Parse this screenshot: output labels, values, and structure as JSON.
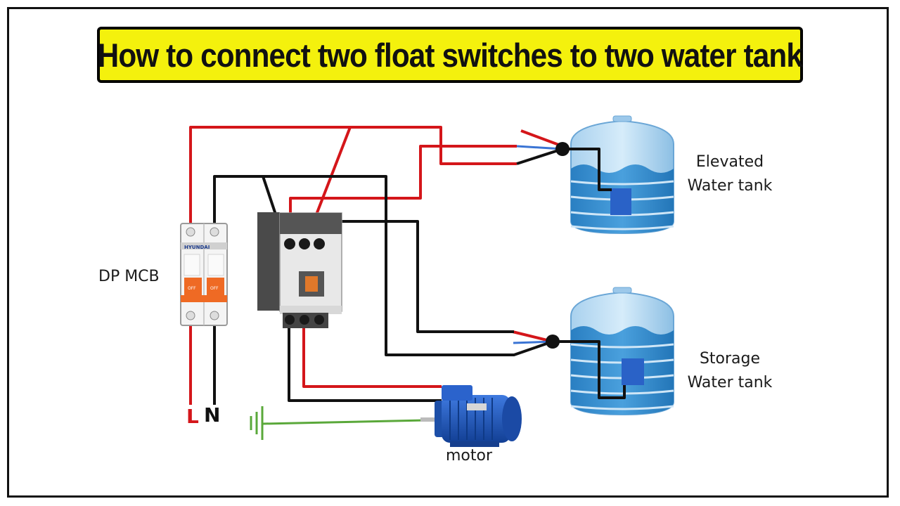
{
  "title": "How to connect two float switches to two water tank",
  "labels": {
    "mcb": "DP MCB",
    "elevated_tank_line1": "Elevated",
    "elevated_tank_line2": "Water tank",
    "storage_tank_line1": "Storage",
    "storage_tank_line2": "Water tank",
    "motor": "motor",
    "live": "L",
    "neutral": "N"
  },
  "device_text": {
    "mcb_brand": "HYUNDAI",
    "mcb_off_left": "OFF",
    "mcb_off_right": "OFF"
  },
  "colors": {
    "title_bg": "#f4f10d",
    "live_wire": "#d4161a",
    "neutral_wire": "#111111",
    "earth_wire": "#5aa83a",
    "water": "#2f86c9",
    "tank": "#8ec3e8",
    "motor": "#1d5bc4"
  }
}
